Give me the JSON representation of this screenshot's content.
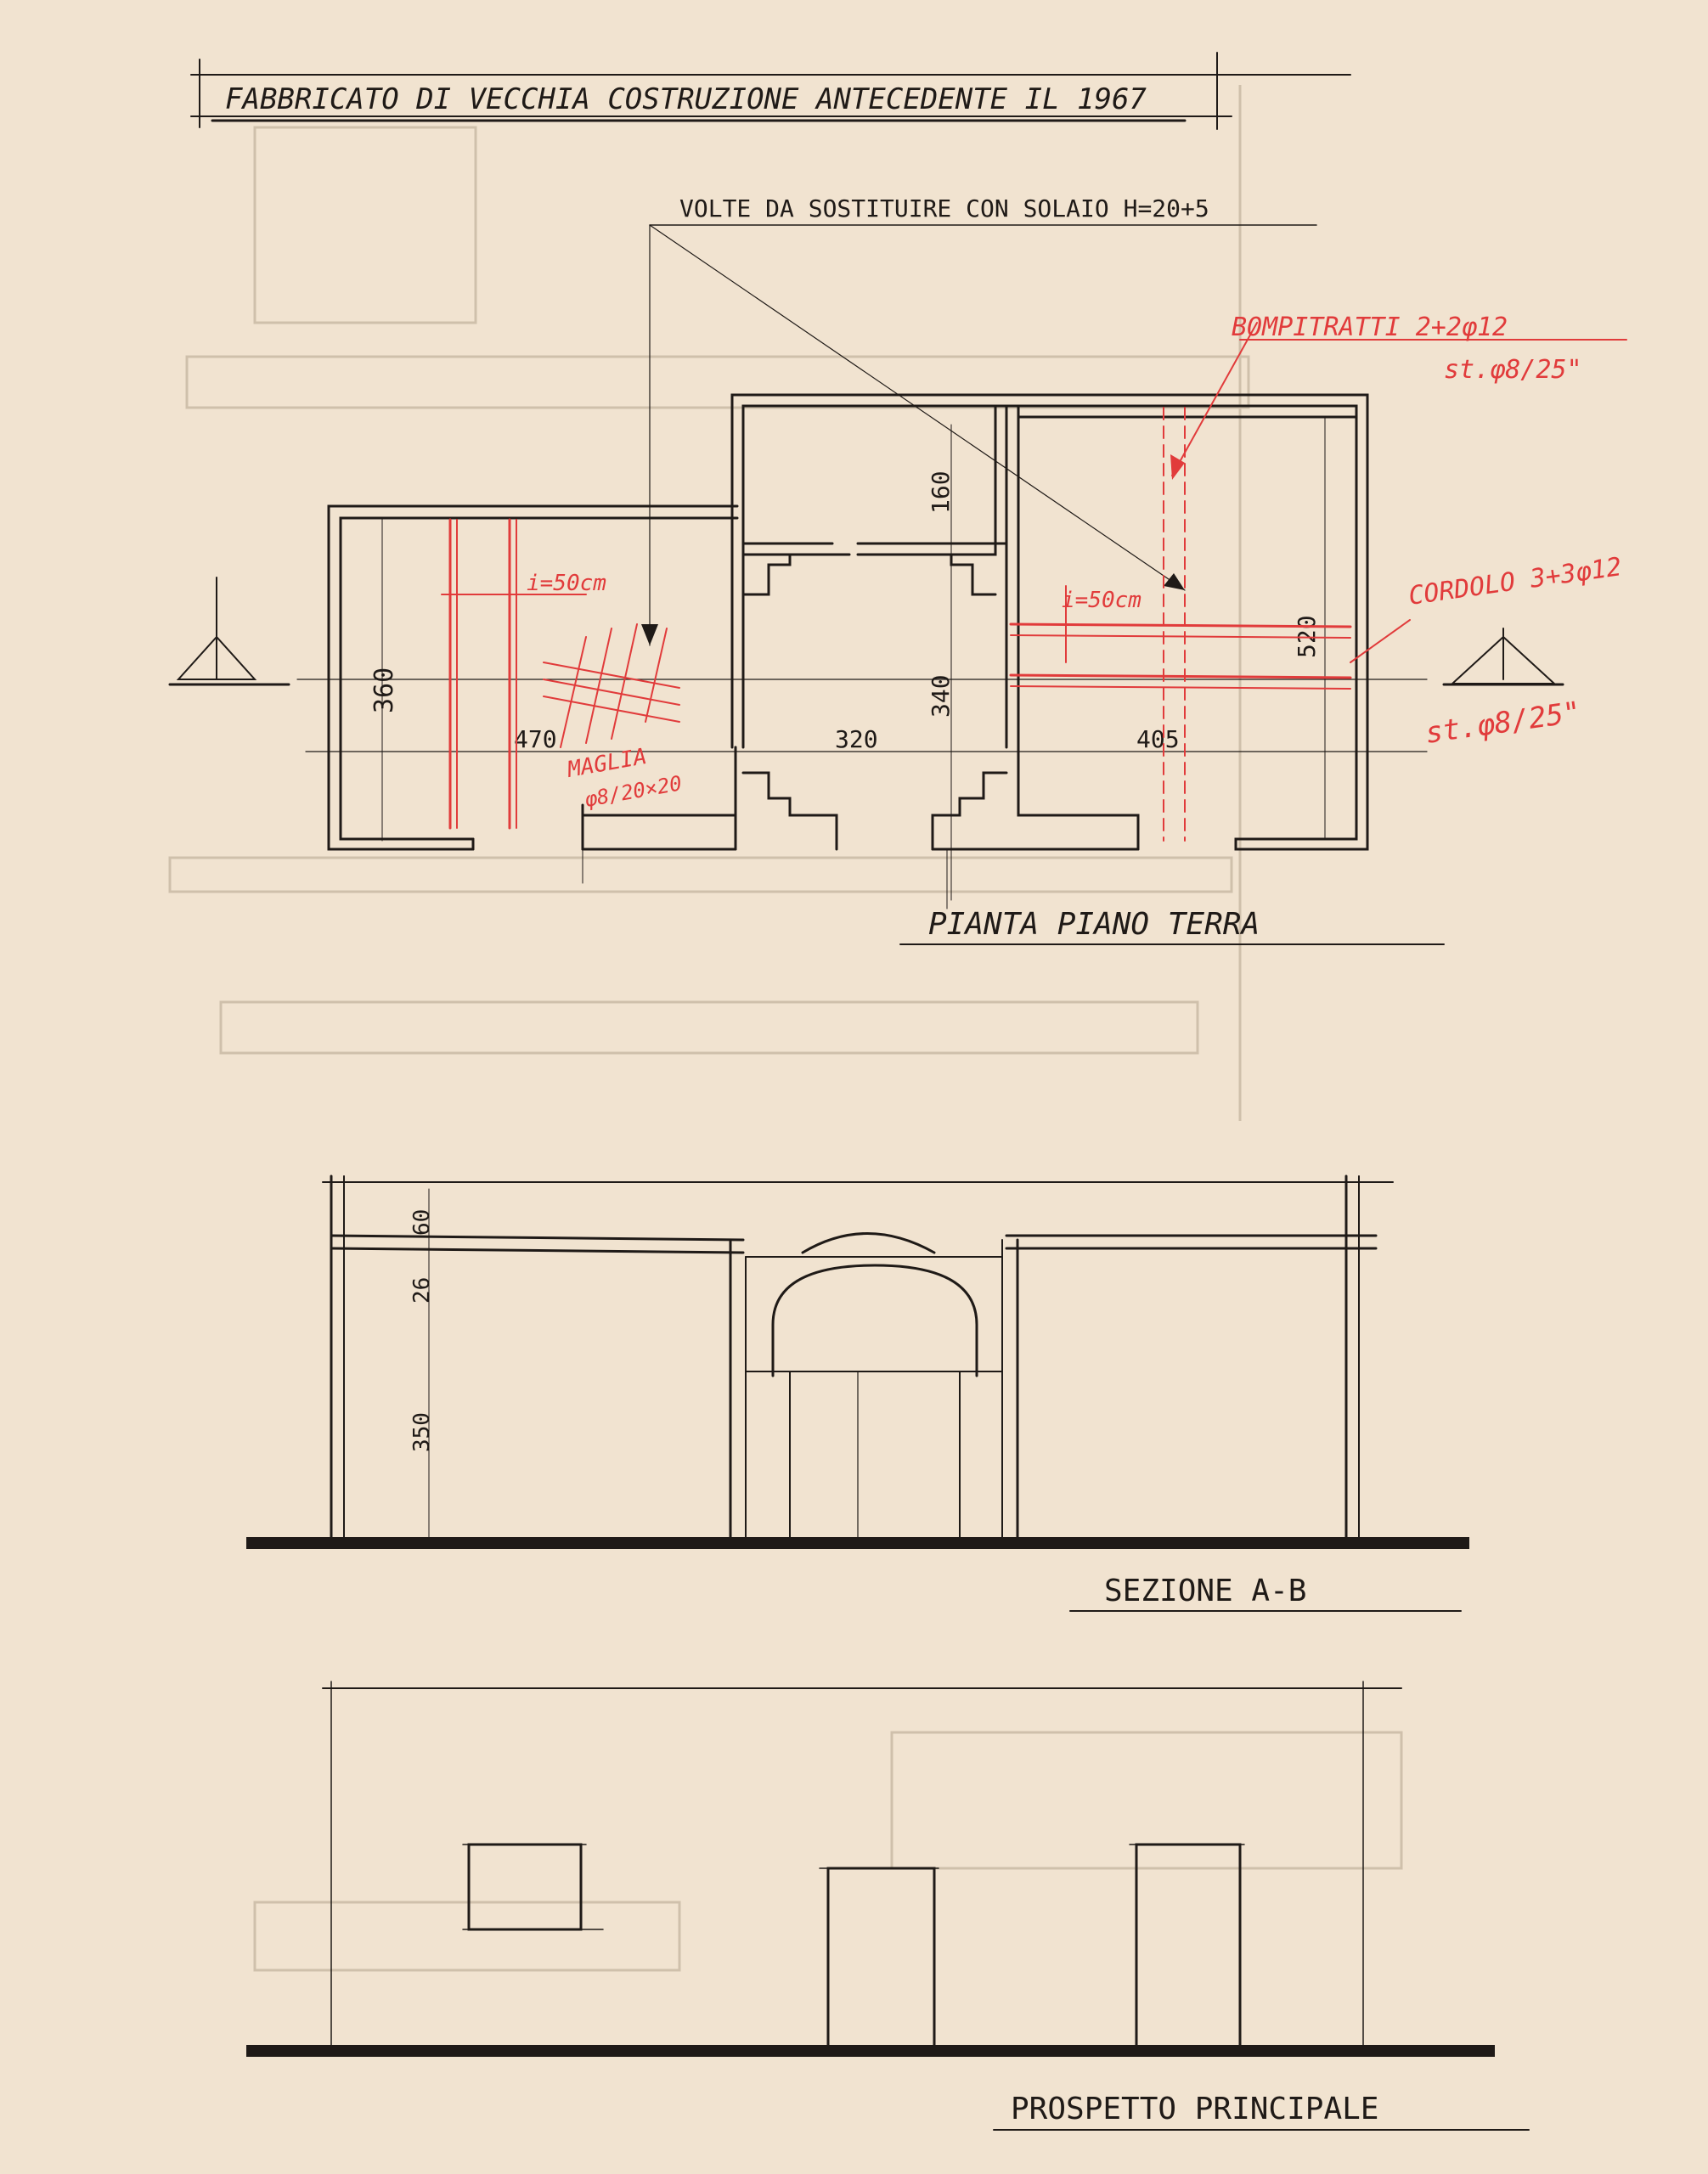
{
  "header": {
    "title": "FABBRICATO DI VECCHIA COSTRUZIONE ANTECEDENTE IL 1967"
  },
  "annotations": {
    "volte": "VOLTE DA SOSTITUIRE CON SOLAIO H=20+5",
    "bompitratti_1": "BOMPITRATTI 2+2φ12",
    "bompitratti_2": "st.φ8/25\"",
    "cordolo_1": "CORDOLO 3+3φ12",
    "cordolo_2": "st.φ8/25\"",
    "i50_left": "i=50cm",
    "i50_right": "i=50cm",
    "maglia_1": "MAGLIA",
    "maglia_2": "φ8/20×20"
  },
  "plan": {
    "title": "PIANTA PIANO TERRA",
    "dims": {
      "d360": "360",
      "d470": "470",
      "d320": "320",
      "d340": "340",
      "d160": "160",
      "d520": "520",
      "d405": "405"
    }
  },
  "section": {
    "title": "SEZIONE A-B",
    "dims": {
      "d60": "60",
      "d26": "26",
      "d350": "350"
    }
  },
  "elevation": {
    "title": "PROSPETTO PRINCIPALE"
  },
  "colors": {
    "paper": "#f1e3d0",
    "ink": "#1f1a17",
    "redline": "#e13b3b"
  }
}
